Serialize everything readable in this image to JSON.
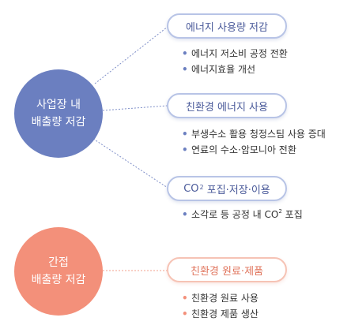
{
  "groups": {
    "direct": {
      "line1": "사업장 내",
      "line2": "배출량 저감",
      "color": "#6b7fc0",
      "strategies": [
        {
          "label": "에너지 사용량 저감",
          "items": [
            "에너지 저소비 공정 전환",
            "에너지효율 개선"
          ]
        },
        {
          "label": "친환경 에너지 사용",
          "items": [
            "부생수소 활용 청정스팀 사용 증대",
            "연료의 수소·암모니아 전환"
          ]
        },
        {
          "label_prefix": "CO",
          "label_sup": "2",
          "label_suffix": " 포집·저장·이용",
          "item_prefix": "소각로 등 공정 내 CO",
          "item_sup": "2",
          "item_suffix": " 포집"
        }
      ]
    },
    "indirect": {
      "line1": "간접",
      "line2": "배출량 저감",
      "color": "#f3907a",
      "strategies": [
        {
          "label": "친환경 원료·제품",
          "items": [
            "친환경 원료 사용",
            "친환경 제품 생산"
          ]
        }
      ]
    }
  },
  "bullet": "•"
}
